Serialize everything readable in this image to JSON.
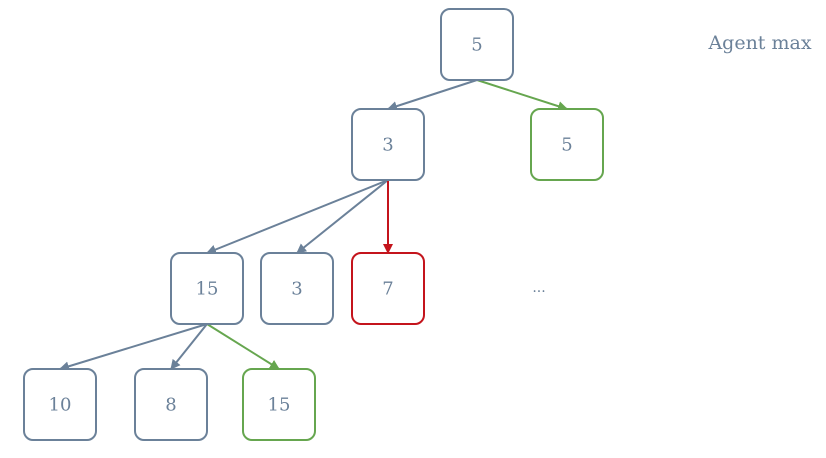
{
  "colors": {
    "default": "#6b8199",
    "best": "#66a64f",
    "pruned": "#c4141c"
  },
  "label": "Agent max",
  "ellipsis": "...",
  "nodes": [
    {
      "id": "root",
      "value": "5",
      "status": "default"
    },
    {
      "id": "n3",
      "value": "3",
      "status": "default"
    },
    {
      "id": "n5",
      "value": "5",
      "status": "best"
    },
    {
      "id": "n15",
      "value": "15",
      "status": "default"
    },
    {
      "id": "n3b",
      "value": "3",
      "status": "default"
    },
    {
      "id": "n7",
      "value": "7",
      "status": "pruned"
    },
    {
      "id": "n10",
      "value": "10",
      "status": "default"
    },
    {
      "id": "n8",
      "value": "8",
      "status": "default"
    },
    {
      "id": "n15b",
      "value": "15",
      "status": "best"
    }
  ],
  "edges": [
    {
      "from": "root",
      "to": "n3",
      "status": "default"
    },
    {
      "from": "root",
      "to": "n5",
      "status": "best"
    },
    {
      "from": "n3",
      "to": "n15",
      "status": "default"
    },
    {
      "from": "n3",
      "to": "n3b",
      "status": "default"
    },
    {
      "from": "n3",
      "to": "n7",
      "status": "pruned"
    },
    {
      "from": "n15",
      "to": "n10",
      "status": "default"
    },
    {
      "from": "n15",
      "to": "n8",
      "status": "default"
    },
    {
      "from": "n15",
      "to": "n15b",
      "status": "best"
    }
  ]
}
